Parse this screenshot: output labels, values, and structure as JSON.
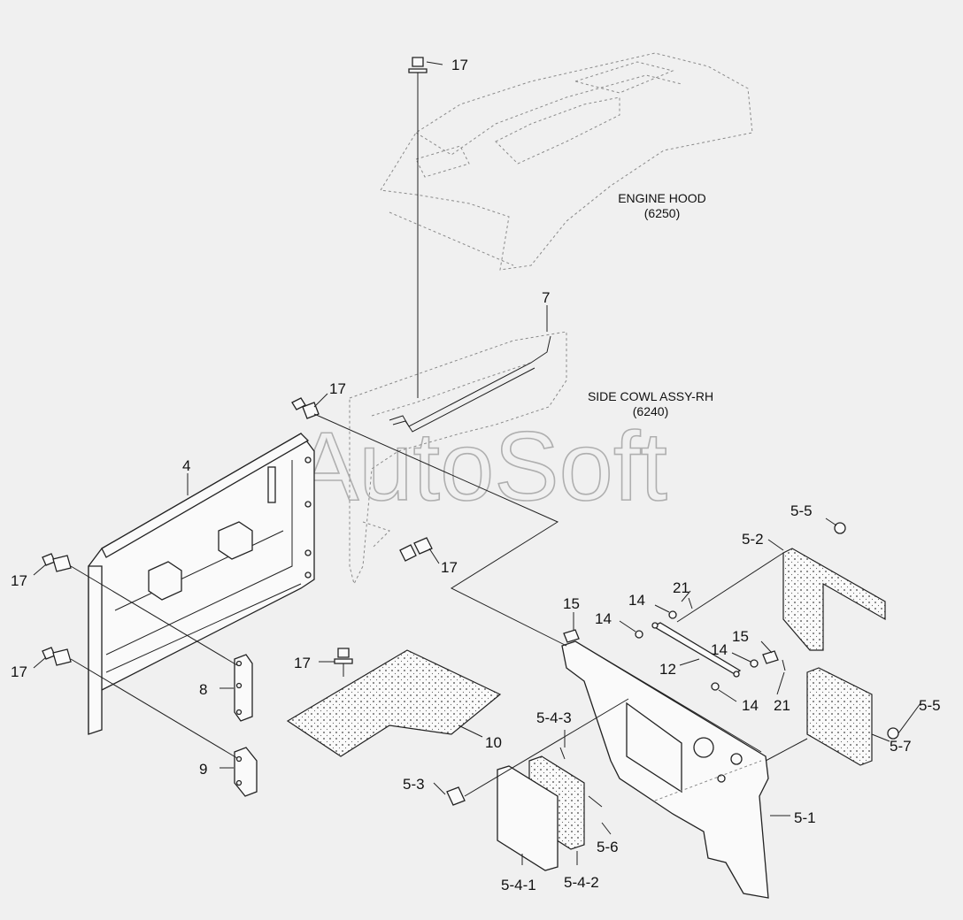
{
  "assemblies": {
    "engine_hood": {
      "name": "ENGINE HOOD",
      "code": "(6250)"
    },
    "side_cowl": {
      "name": "SIDE COWL ASSY-RH",
      "code": "(6240)"
    }
  },
  "watermark": "AutoSoft",
  "callouts": {
    "c17_top": "17",
    "c17_mid": "17",
    "c17_panel": "17",
    "c17_left_top": "17",
    "c17_left_bot": "17",
    "c17_plate": "17",
    "c4": "4",
    "c7": "7",
    "c8": "8",
    "c9": "9",
    "c10": "10",
    "c12": "12",
    "c14_a": "14",
    "c14_b": "14",
    "c14_c": "14",
    "c14_d": "14",
    "c15_a": "15",
    "c15_b": "15",
    "c21_a": "21",
    "c21_b": "21",
    "c5_1": "5-1",
    "c5_2": "5-2",
    "c5_3": "5-3",
    "c5_4_1": "5-4-1",
    "c5_4_2": "5-4-2",
    "c5_4_3": "5-4-3",
    "c5_5_a": "5-5",
    "c5_5_b": "5-5",
    "c5_6": "5-6",
    "c5_7": "5-7"
  }
}
